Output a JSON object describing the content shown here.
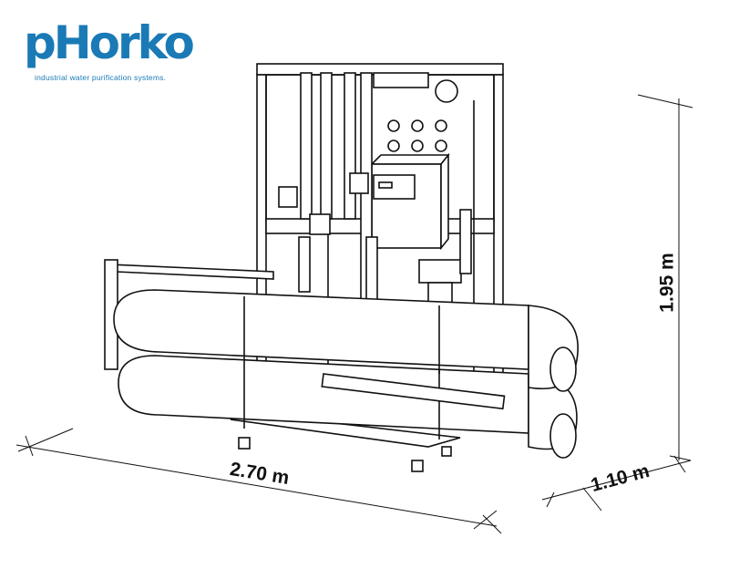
{
  "logo": {
    "wordmark": "pHorko",
    "tagline": "industrial water purification systems.",
    "color": "#1a7ab5"
  },
  "dimensions": {
    "width": "2.70 m",
    "depth": "1.10 m",
    "height": "1.95 m"
  }
}
